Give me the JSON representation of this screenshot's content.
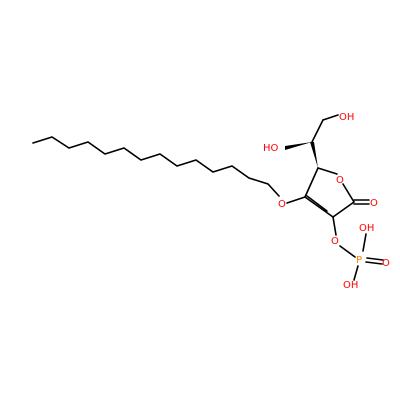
{
  "molecule": {
    "atoms": {
      "oh_top": {
        "label": "OH",
        "color": "#ff0000"
      },
      "ho_left": {
        "label": "HO",
        "color": "#ff0000"
      },
      "o_ring": {
        "label": "O",
        "color": "#ff0000"
      },
      "o_carbonyl": {
        "label": "O",
        "color": "#ff0000"
      },
      "o_ether": {
        "label": "O",
        "color": "#ff0000"
      },
      "o_phosphate_ester": {
        "label": "O",
        "color": "#ff0000"
      },
      "p": {
        "label": "P",
        "color": "#ff8000"
      },
      "oh_p_top": {
        "label": "OH",
        "color": "#ff0000"
      },
      "o_p_double": {
        "label": "O",
        "color": "#ff0000"
      },
      "oh_p_bottom": {
        "label": "OH",
        "color": "#ff0000"
      }
    }
  }
}
